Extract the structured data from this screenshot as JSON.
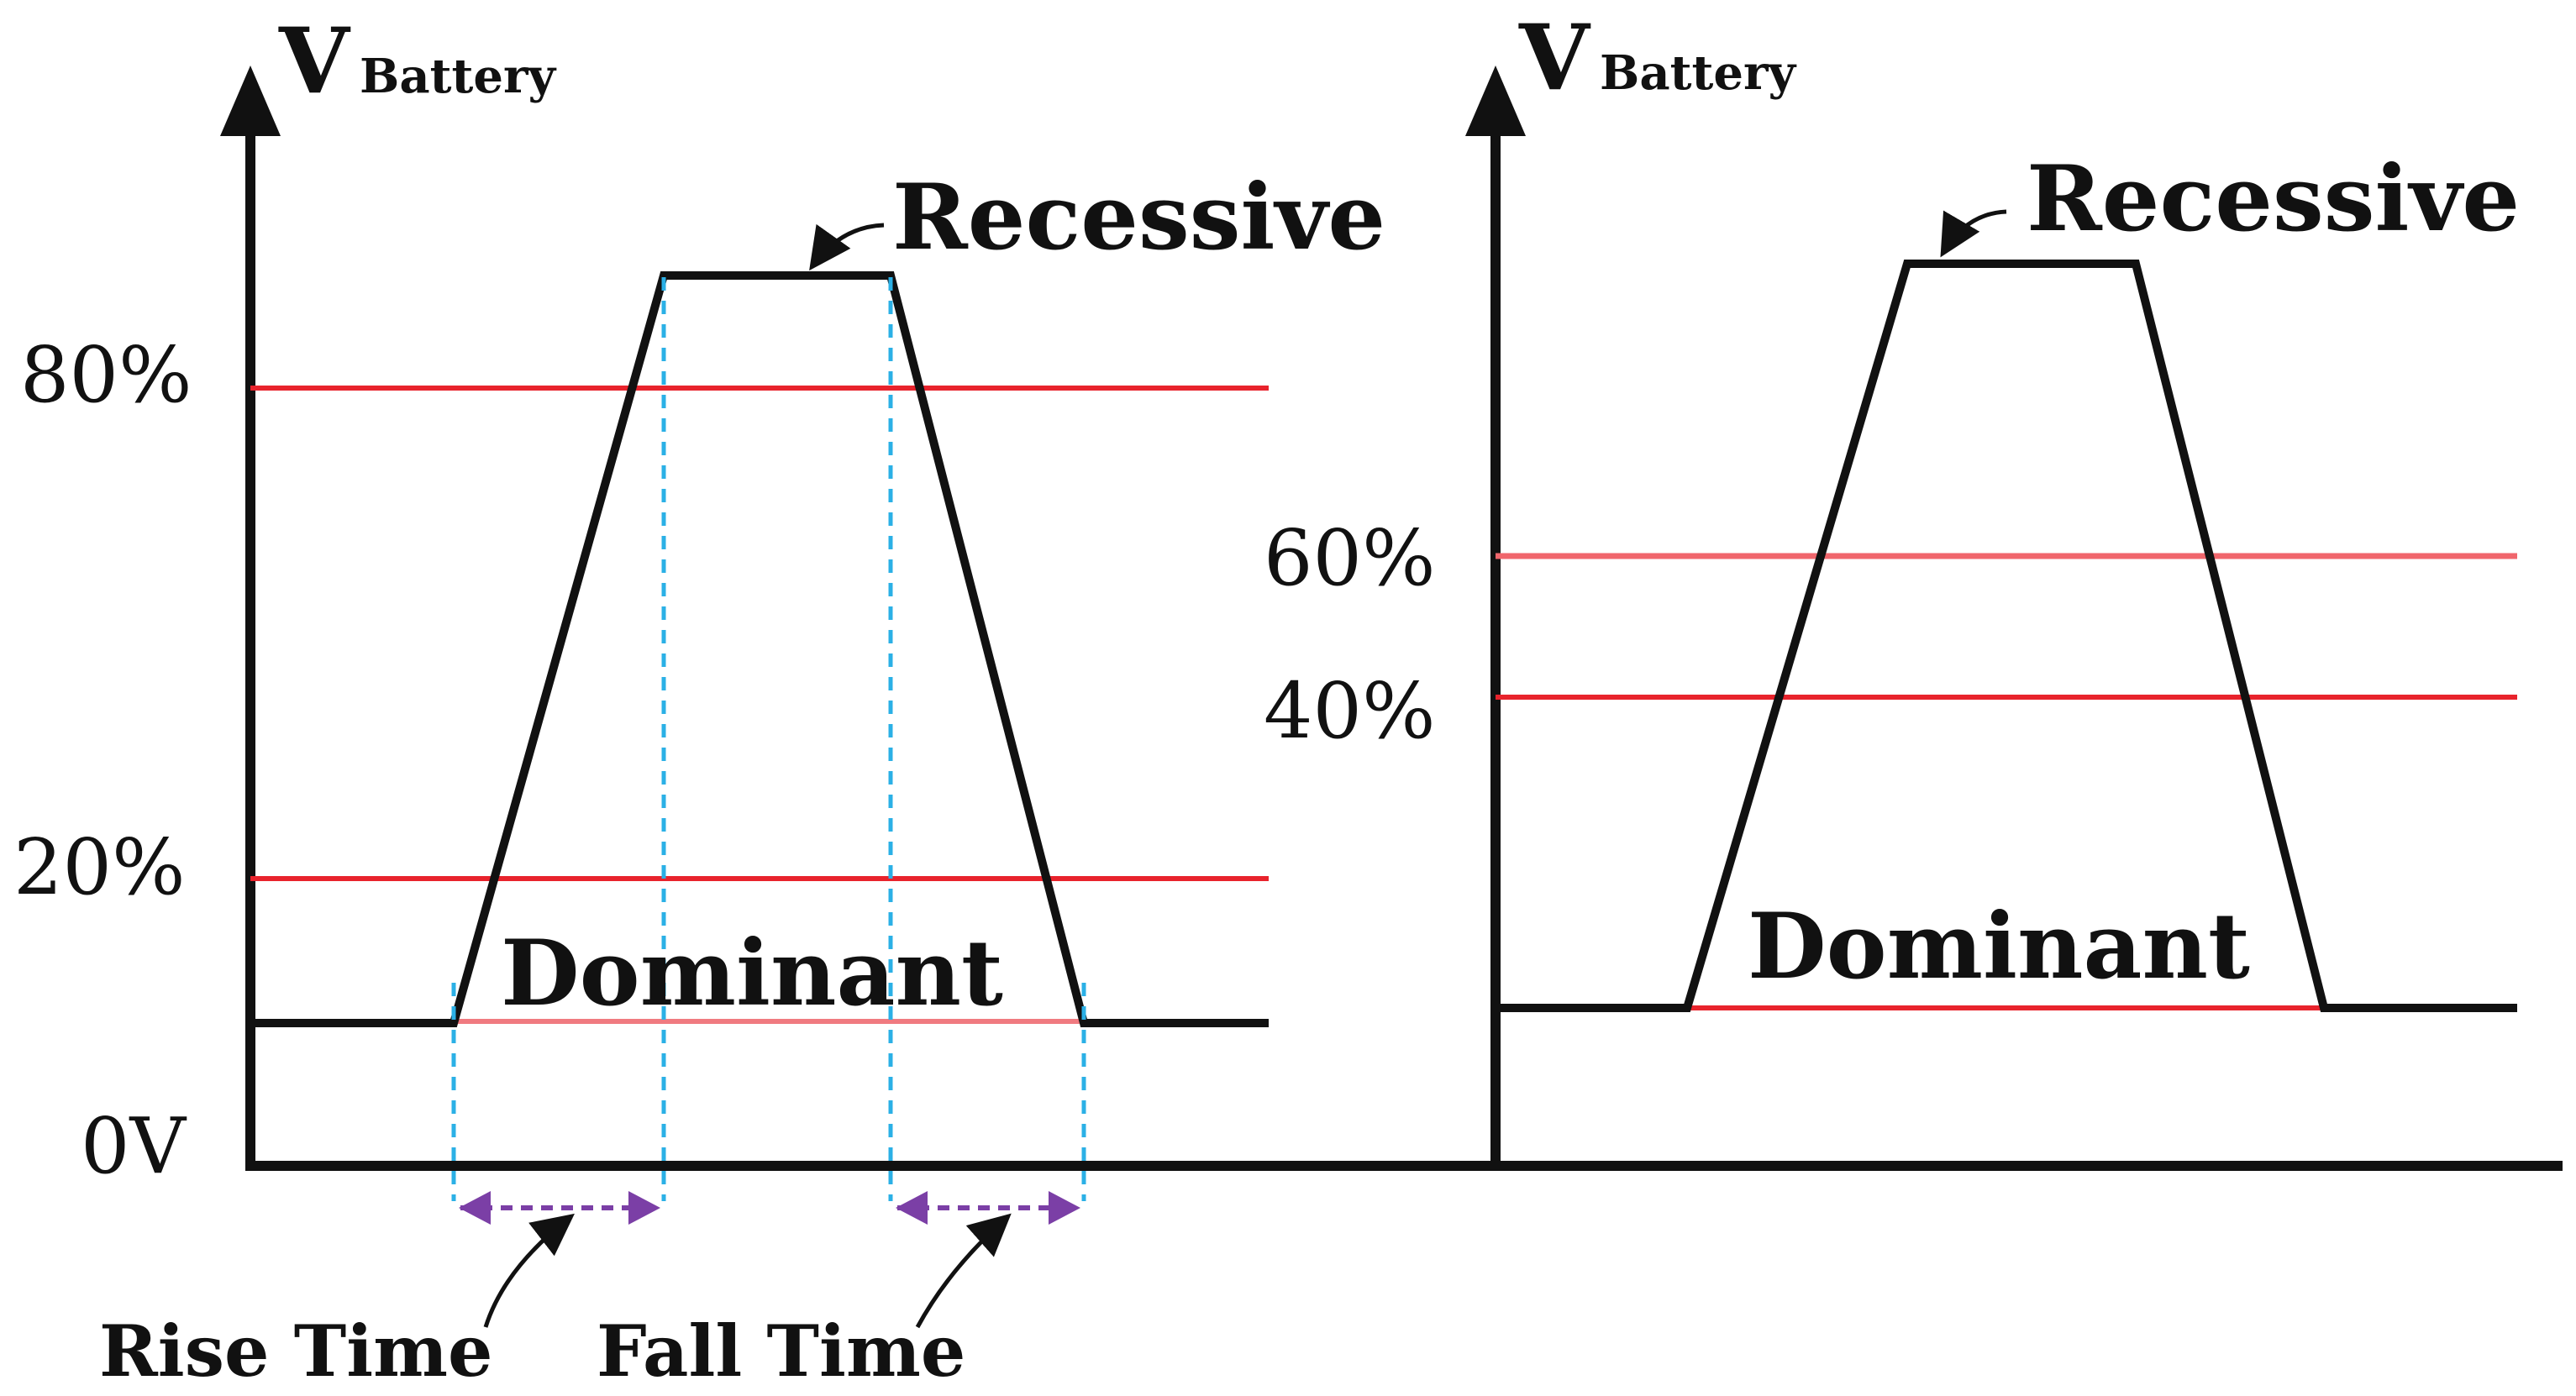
{
  "left_panel": {
    "axis_label_main": "V",
    "axis_label_sub": "Battery",
    "threshold_labels": [
      "80%",
      "20%",
      "0V"
    ],
    "recessive_label": "Recessive",
    "dominant_label": "Dominant",
    "rise_time_label": "Rise Time",
    "fall_time_label": "Fall Time"
  },
  "right_panel": {
    "axis_label_main": "V",
    "axis_label_sub": "Battery",
    "threshold_labels": [
      "60%",
      "40%"
    ],
    "recessive_label": "Recessive",
    "dominant_label": "Dominant"
  },
  "colors": {
    "signal": "#111111",
    "threshold": "#e8232c",
    "guide": "#2bb0e6",
    "timing_arrow": "#7b3fa6"
  }
}
